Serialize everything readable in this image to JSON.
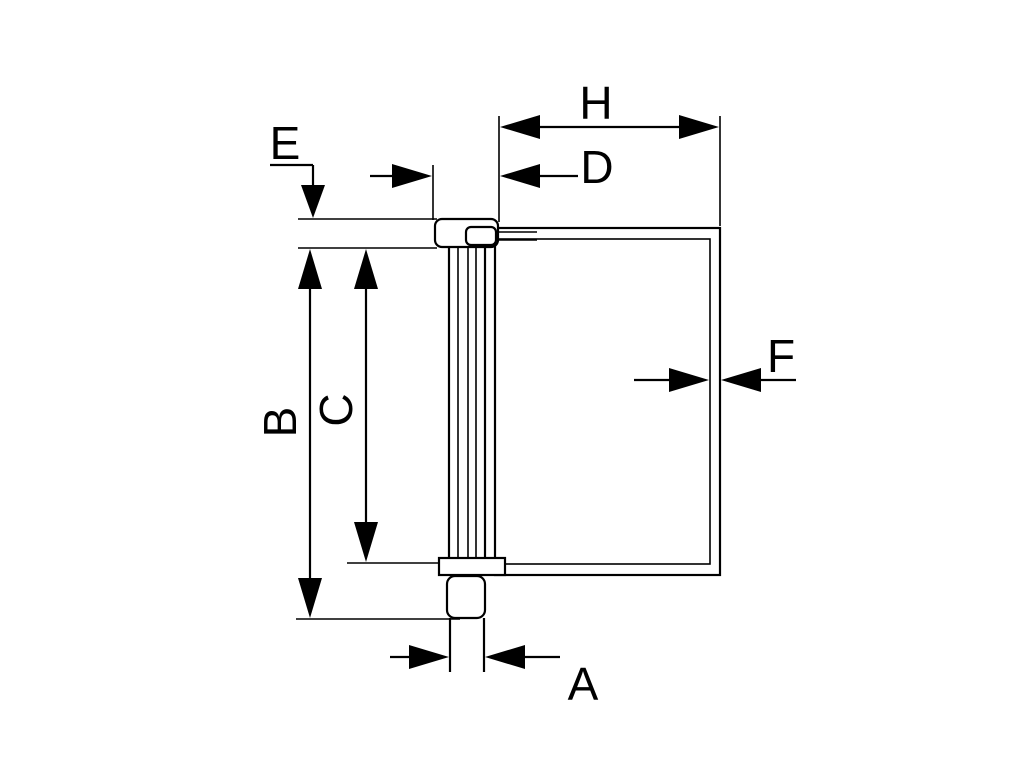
{
  "dimensions": {
    "A": "A",
    "B": "B",
    "C": "C",
    "D": "D",
    "E": "E",
    "F": "F",
    "H": "H"
  }
}
